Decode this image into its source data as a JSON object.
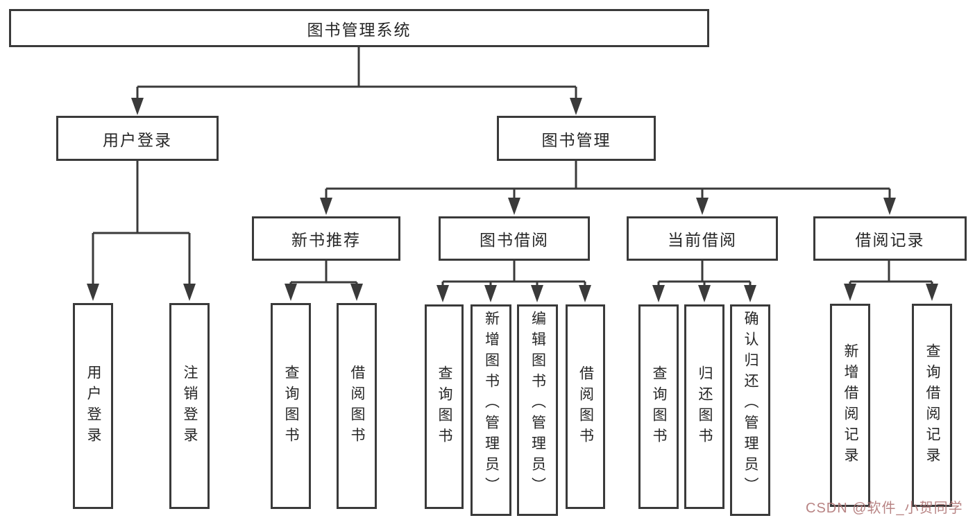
{
  "diagram_title": "图书管理系统",
  "tree": {
    "label": "图书管理系统",
    "children": [
      {
        "label": "用户登录",
        "children": [
          {
            "label": "用户登录"
          },
          {
            "label": "注销登录"
          }
        ]
      },
      {
        "label": "图书管理",
        "children": [
          {
            "label": "新书推荐",
            "children": [
              {
                "label": "查询图书"
              },
              {
                "label": "借阅图书"
              }
            ]
          },
          {
            "label": "图书借阅",
            "children": [
              {
                "label": "查询图书"
              },
              {
                "label": "新增图书（管理员）"
              },
              {
                "label": "编辑图书（管理员）"
              },
              {
                "label": "借阅图书"
              }
            ]
          },
          {
            "label": "当前借阅",
            "children": [
              {
                "label": "查询图书"
              },
              {
                "label": "归还图书"
              },
              {
                "label": "确认归还（管理员）"
              }
            ]
          },
          {
            "label": "借阅记录",
            "children": [
              {
                "label": "新增借阅记录"
              },
              {
                "label": "查询借阅记录"
              }
            ]
          }
        ]
      }
    ]
  },
  "watermark": {
    "text": "CSDN @软件_小贺同学",
    "color": "#b27a7a"
  },
  "colors": {
    "line": "#3a3a3a",
    "box_border": "#3a3a3a",
    "text": "#262626",
    "background": "#ffffff"
  }
}
